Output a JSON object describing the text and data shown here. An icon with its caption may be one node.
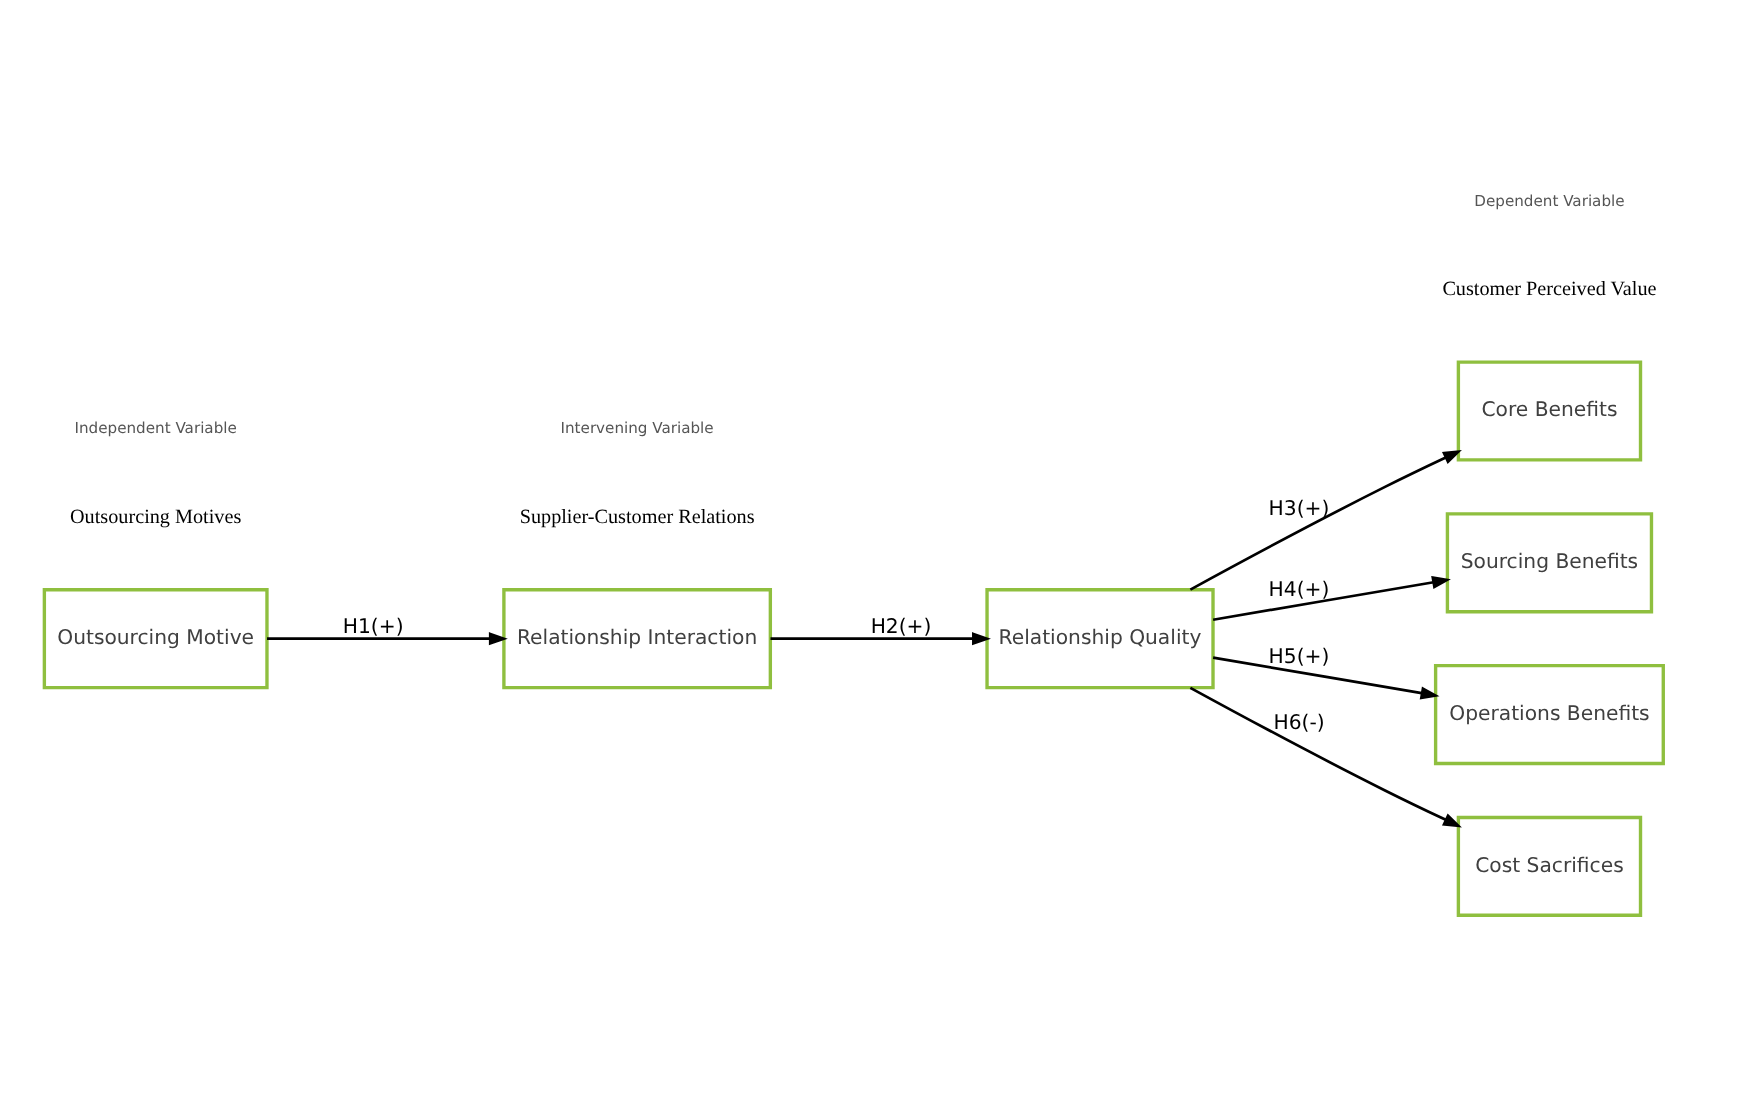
{
  "diagram": {
    "nodes": [
      {
        "text": [
          "Outsourcing Motive"
        ]
      },
      {
        "text": [
          "Relationship Interaction"
        ]
      },
      {
        "text": [
          "Relationship Quality"
        ]
      },
      {
        "text": [
          "Core Benefits"
        ]
      },
      {
        "text": [
          "Sourcing Benefits"
        ]
      },
      {
        "text": [
          "Operations Benefits"
        ]
      },
      {
        "text": [
          "Cost Sacrifices"
        ]
      }
    ],
    "edges": [
      {
        "from": 0,
        "to": 1,
        "arrow": "to",
        "label": "H1(+)"
      },
      {
        "from": 1,
        "to": 2,
        "arrow": "to",
        "label": "H2(+)"
      },
      {
        "from": 2,
        "to": 3,
        "arrow": "to",
        "label": "H3(+)"
      },
      {
        "from": 2,
        "to": 4,
        "arrow": "to",
        "label": "H4(+)"
      },
      {
        "from": 2,
        "to": 5,
        "arrow": "to",
        "label": "H5(+)"
      },
      {
        "from": 2,
        "to": 6,
        "arrow": "to",
        "label": "H6(-)"
      }
    ],
    "labels": [
      "Outsourcing Motives",
      "Independent Variable",
      "Supplier-Customer Relations",
      "Intervening Variable",
      "Customer Perceived Value",
      "Dependent Variable"
    ]
  }
}
